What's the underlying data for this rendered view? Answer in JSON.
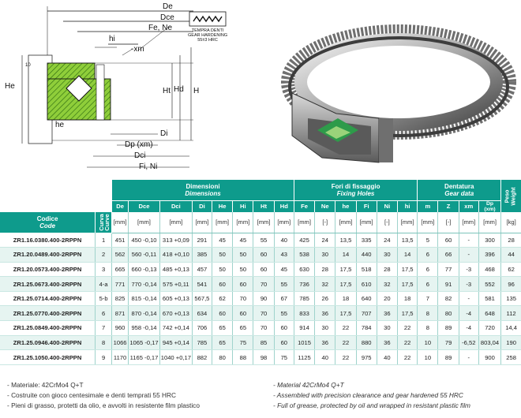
{
  "drawing": {
    "labels": {
      "De": "De",
      "Dce": "Dce",
      "Fe_Ne": "Fe, Ne",
      "hardening": "TEMPRA DENTI\nGEAR HARDENING\n55±3 HRC",
      "hi": "hi",
      "xm": "-xm",
      "He": "He",
      "Ht": "Ht",
      "Hd": "Hd",
      "H": "H",
      "hc10": "10",
      "he": "he",
      "Di": "Di",
      "Dp": "Dp (xm)",
      "Dci": "Dci",
      "Fi_Ni": "Fi, Ni"
    }
  },
  "table": {
    "code_header": {
      "it": "Codice",
      "en": "Code"
    },
    "curve_header": "Curva\nCurve",
    "weight_header": "Peso\nWeight",
    "groups": [
      {
        "it": "Dimensioni",
        "en": "Dimensions"
      },
      {
        "it": "Fori di fissaggio",
        "en": "Fixing Holes"
      },
      {
        "it": "Dentatura",
        "en": "Gear data"
      }
    ],
    "columns": [
      "De",
      "Dce",
      "Dci",
      "Di",
      "He",
      "Hi",
      "Ht",
      "Hd",
      "Fe",
      "Ne",
      "he",
      "Fi",
      "Ni",
      "hi",
      "m",
      "Z",
      "xm",
      "Dp\n(xm)"
    ],
    "units": [
      "[mm]",
      "[mm]",
      "[mm]",
      "[mm]",
      "[mm]",
      "[mm]",
      "[mm]",
      "[mm]",
      "[mm]",
      "[-]",
      "[mm]",
      "[mm]",
      "[-]",
      "[mm]",
      "[mm]",
      "[-]",
      "[mm]",
      "[mm]",
      "[kg]"
    ],
    "rows": [
      [
        "ZR1.16.0380.400-2RPPN",
        "1",
        "451",
        "450 -0,10",
        "313 +0,09",
        "291",
        "45",
        "45",
        "55",
        "40",
        "425",
        "24",
        "13,5",
        "335",
        "24",
        "13,5",
        "5",
        "60",
        "-",
        "300",
        "28"
      ],
      [
        "ZR1.20.0489.400-2RPPN",
        "2",
        "562",
        "560 -0,11",
        "418 +0,10",
        "385",
        "50",
        "50",
        "60",
        "43",
        "538",
        "30",
        "14",
        "440",
        "30",
        "14",
        "6",
        "66",
        "-",
        "396",
        "44"
      ],
      [
        "ZR1.20.0573.400-2RPPN",
        "3",
        "665",
        "660 -0,13",
        "485 +0,13",
        "457",
        "50",
        "50",
        "60",
        "45",
        "630",
        "28",
        "17,5",
        "518",
        "28",
        "17,5",
        "6",
        "77",
        "-3",
        "468",
        "62"
      ],
      [
        "ZR1.25.0673.400-2RPPN",
        "4-a",
        "771",
        "770 -0,14",
        "575 +0,11",
        "541",
        "60",
        "60",
        "70",
        "55",
        "736",
        "32",
        "17,5",
        "610",
        "32",
        "17,5",
        "6",
        "91",
        "-3",
        "552",
        "96"
      ],
      [
        "ZR1.25.0714.400-2RPPN",
        "5-b",
        "825",
        "815 -0,14",
        "605 +0,13",
        "567,5",
        "62",
        "70",
        "90",
        "67",
        "785",
        "26",
        "18",
        "640",
        "20",
        "18",
        "7",
        "82",
        "-",
        "581",
        "135"
      ],
      [
        "ZR1.25.0770.400-2RPPN",
        "6",
        "871",
        "870 -0,14",
        "670 +0,13",
        "634",
        "60",
        "60",
        "70",
        "55",
        "833",
        "36",
        "17,5",
        "707",
        "36",
        "17,5",
        "8",
        "80",
        "-4",
        "648",
        "112"
      ],
      [
        "ZR1.25.0849.400-2RPPN",
        "7",
        "960",
        "958 -0,14",
        "742 +0,14",
        "706",
        "65",
        "65",
        "70",
        "60",
        "914",
        "30",
        "22",
        "784",
        "30",
        "22",
        "8",
        "89",
        "-4",
        "720",
        "14,4"
      ],
      [
        "ZR1.25.0946.400-2RPPN",
        "8",
        "1066",
        "1065 -0,17",
        "945 +0,14",
        "785",
        "65",
        "75",
        "85",
        "60",
        "1015",
        "36",
        "22",
        "880",
        "36",
        "22",
        "10",
        "79",
        "-6,52",
        "803,04",
        "190"
      ],
      [
        "ZR1.25.1050.400-2RPPN",
        "9",
        "1170",
        "1165 -0,17",
        "1040 +0,17",
        "882",
        "80",
        "88",
        "98",
        "75",
        "1125",
        "40",
        "22",
        "975",
        "40",
        "22",
        "10",
        "89",
        "-",
        "900",
        "258"
      ]
    ]
  },
  "notes": {
    "left": [
      "- Materiale: 42CrMo4 Q+T",
      "- Costruite con gioco centesimale e denti temprati 55 HRC",
      "- Pieni di grasso, protetti da olio, e avvolti in resistente film plastico"
    ],
    "right": [
      "- Material 42CrMo4 Q+T",
      "- Assembled with precision clearance and gear hardened 55 HRC",
      "- Full of grease, protected by oil and wrapped in resistant plastic film"
    ]
  },
  "colors": {
    "header_teal": "#0e9b8c",
    "row_alt": "#e6f4f1",
    "section_hatch_green": "#8fce3a"
  }
}
